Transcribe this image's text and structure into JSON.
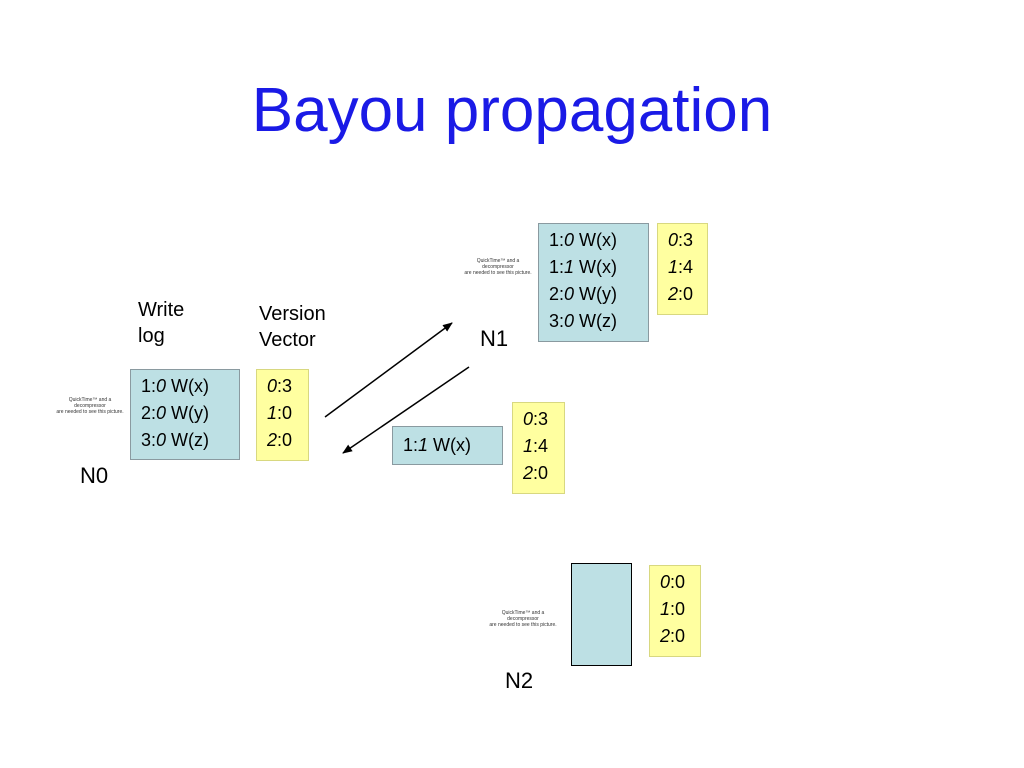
{
  "title": "Bayou propagation",
  "labels": {
    "write_log": [
      "Write",
      "log"
    ],
    "version_vector": [
      "Version",
      "Vector"
    ]
  },
  "placeholder_text": [
    "QuickTime™ and a",
    "decompressor",
    "are needed to see this picture."
  ],
  "nodes": {
    "n0": {
      "name": "N0",
      "log": [
        {
          "ts": "1:",
          "src": "0",
          "op": " W(x)"
        },
        {
          "ts": "2:",
          "src": "0",
          "op": " W(y)"
        },
        {
          "ts": "3:",
          "src": "0",
          "op": " W(z)"
        }
      ],
      "vector": [
        {
          "node": "0",
          "val": ":3"
        },
        {
          "node": "1",
          "val": ":0"
        },
        {
          "node": "2",
          "val": ":0"
        }
      ]
    },
    "n1": {
      "name": "N1",
      "log": [
        {
          "ts": "1:",
          "src": "0",
          "op": " W(x)"
        },
        {
          "ts": "1:",
          "src": "1",
          "op": " W(x)"
        },
        {
          "ts": "2:",
          "src": "0",
          "op": " W(y)"
        },
        {
          "ts": "3:",
          "src": "0",
          "op": " W(z)"
        }
      ],
      "vector": [
        {
          "node": "0",
          "val": ":3"
        },
        {
          "node": "1",
          "val": ":4"
        },
        {
          "node": "2",
          "val": ":0"
        }
      ]
    },
    "n2": {
      "name": "N2",
      "log": [],
      "vector": [
        {
          "node": "0",
          "val": ":0"
        },
        {
          "node": "1",
          "val": ":0"
        },
        {
          "node": "2",
          "val": ":0"
        }
      ]
    }
  },
  "message": {
    "write": {
      "ts": "1:",
      "src": "1",
      "op": " W(x)"
    },
    "vector": [
      {
        "node": "0",
        "val": ":3"
      },
      {
        "node": "1",
        "val": ":4"
      },
      {
        "node": "2",
        "val": ":0"
      }
    ]
  },
  "colors": {
    "title": "#1a1ae6",
    "log_box": "#bde0e4",
    "vector_box": "#ffffa0"
  }
}
